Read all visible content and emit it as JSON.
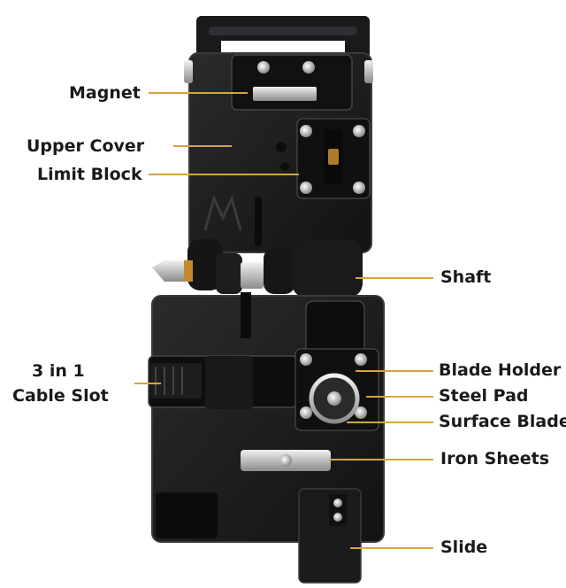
{
  "colors": {
    "leader_line": "#d9a33a",
    "device_body": "#1c1c1e",
    "device_edge": "#3a3a3d",
    "metal": "#c9c9c9",
    "background": "#ffffff"
  },
  "labels": {
    "magnet": "Magnet",
    "upper_cover": "Upper Cover",
    "limit_block": "Limit Block",
    "cable_slot_line1": "3 in 1",
    "cable_slot_line2": "Cable Slot",
    "shaft": "Shaft",
    "blade_holder": "Blade Holder",
    "steel_pad": "Steel Pad",
    "surface_blade": "Surface Blade",
    "iron_sheets": "Iron Sheets",
    "slide": "Slide"
  },
  "device_image_alt": "Fiber optic cleaver with parts"
}
